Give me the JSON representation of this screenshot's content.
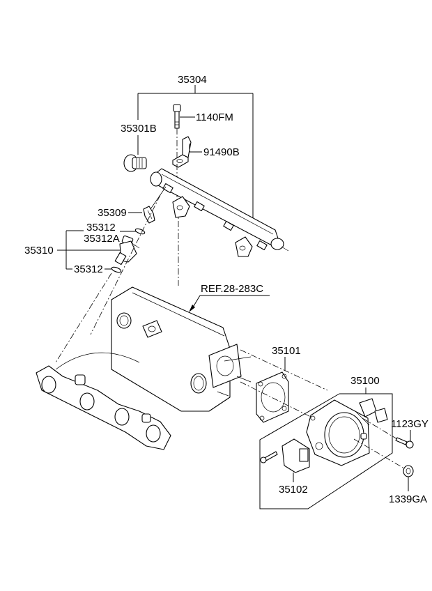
{
  "diagram": {
    "title": "Fuel rail, intake manifold and throttle body parts diagram",
    "labels": {
      "fuel_rail_assy": "35304",
      "pressure_regulator": "35301B",
      "bolt_rail": "1140FM",
      "bracket": "91490B",
      "clip": "35309",
      "injector_oring_upper": "35312",
      "injector_oring_upper_alt": "35312A",
      "injector": "35310",
      "injector_oring_lower": "35312",
      "manifold_ref": "REF.28-283C",
      "gasket": "35101",
      "throttle_body_assy": "35100",
      "bolt_throttle": "1123GY",
      "tps_sensor": "35102",
      "nut_throttle": "1339GA"
    }
  }
}
